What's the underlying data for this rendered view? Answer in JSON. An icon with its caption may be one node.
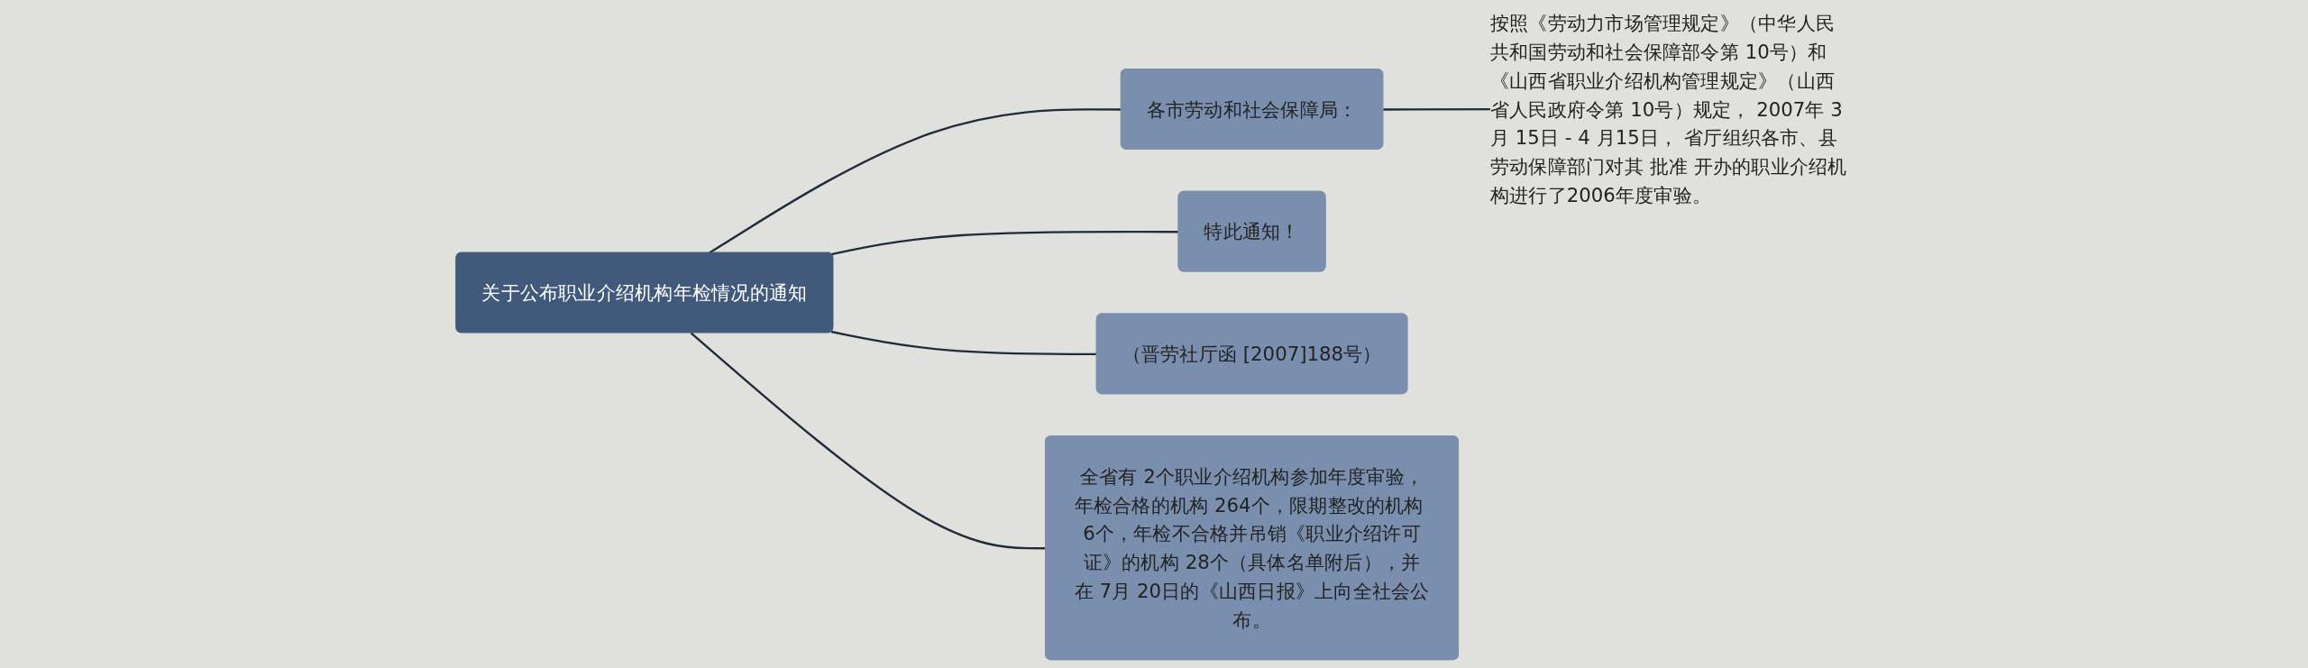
{
  "diagram": {
    "nodes": [
      {
        "text": [
          "关于公布职业介绍机构年检情况的通知"
        ]
      },
      {
        "text": [
          "各市劳动和社会保障局："
        ]
      },
      {
        "text": [
          "按照《劳动力市场管理规定》（中华人民共和国劳动和社会保障部令第 10号）和《山西省职业介绍机构管理规定》（山西省人民政府令第 10号）规定， 2007年 3月 15日 - 4 月15日， 省厅组织各市、县劳动保障部门对其 批准 开办的职业介绍机构进行了2006年度审验。"
        ]
      },
      {
        "text": [
          "特此通知！"
        ]
      },
      {
        "text": [
          "（晋劳社厅函 [2007]188号）"
        ]
      },
      {
        "text": [
          "全省有 2个职业介绍机构参加年度审验，年检合格的机构 264个，限期整改的机构 6个，年检不合格并吊销《职业介绍许可证》的机构 28个（具体名单附后），并在 7月 20日的《山西日报》上向全社会公布。"
        ]
      }
    ],
    "edges": [
      {
        "from": 0,
        "to": 1,
        "arrow": "none"
      },
      {
        "from": 1,
        "to": 2,
        "arrow": "none"
      },
      {
        "from": 0,
        "to": 3,
        "arrow": "none"
      },
      {
        "from": 0,
        "to": 4,
        "arrow": "none"
      },
      {
        "from": 0,
        "to": 5,
        "arrow": "none"
      }
    ]
  }
}
